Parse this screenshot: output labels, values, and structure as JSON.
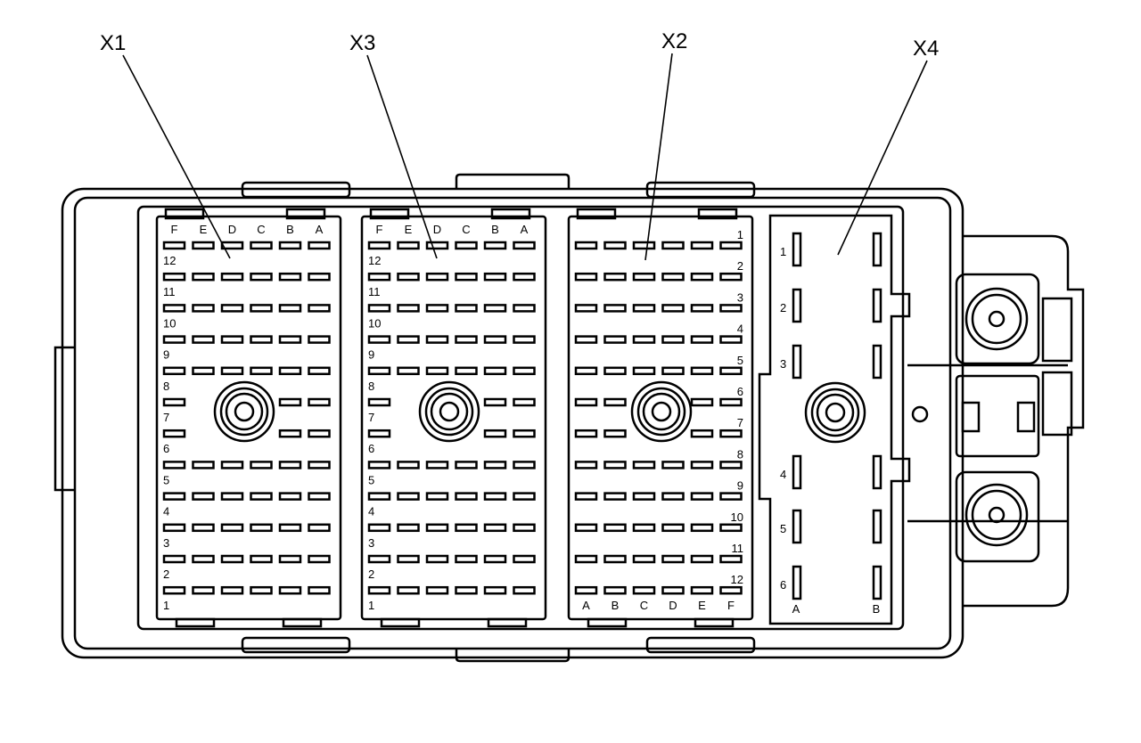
{
  "callouts": {
    "x1": "X1",
    "x3": "X3",
    "x2": "X2",
    "x4": "X4"
  },
  "x1": {
    "columns": [
      "F",
      "E",
      "D",
      "C",
      "B",
      "A"
    ],
    "rows": [
      "12",
      "11",
      "10",
      "9",
      "8",
      "7",
      "6",
      "5",
      "4",
      "3",
      "2",
      "1"
    ]
  },
  "x3": {
    "columns": [
      "F",
      "E",
      "D",
      "C",
      "B",
      "A"
    ],
    "rows": [
      "12",
      "11",
      "10",
      "9",
      "8",
      "7",
      "6",
      "5",
      "4",
      "3",
      "2",
      "1"
    ]
  },
  "x2": {
    "columns": [
      "A",
      "B",
      "C",
      "D",
      "E",
      "F"
    ],
    "rows": [
      "1",
      "2",
      "3",
      "4",
      "5",
      "6",
      "7",
      "8",
      "9",
      "10",
      "11",
      "12"
    ]
  },
  "x4": {
    "columns": [
      "A",
      "B"
    ],
    "rows": [
      "1",
      "2",
      "3",
      "4",
      "5",
      "6"
    ]
  }
}
